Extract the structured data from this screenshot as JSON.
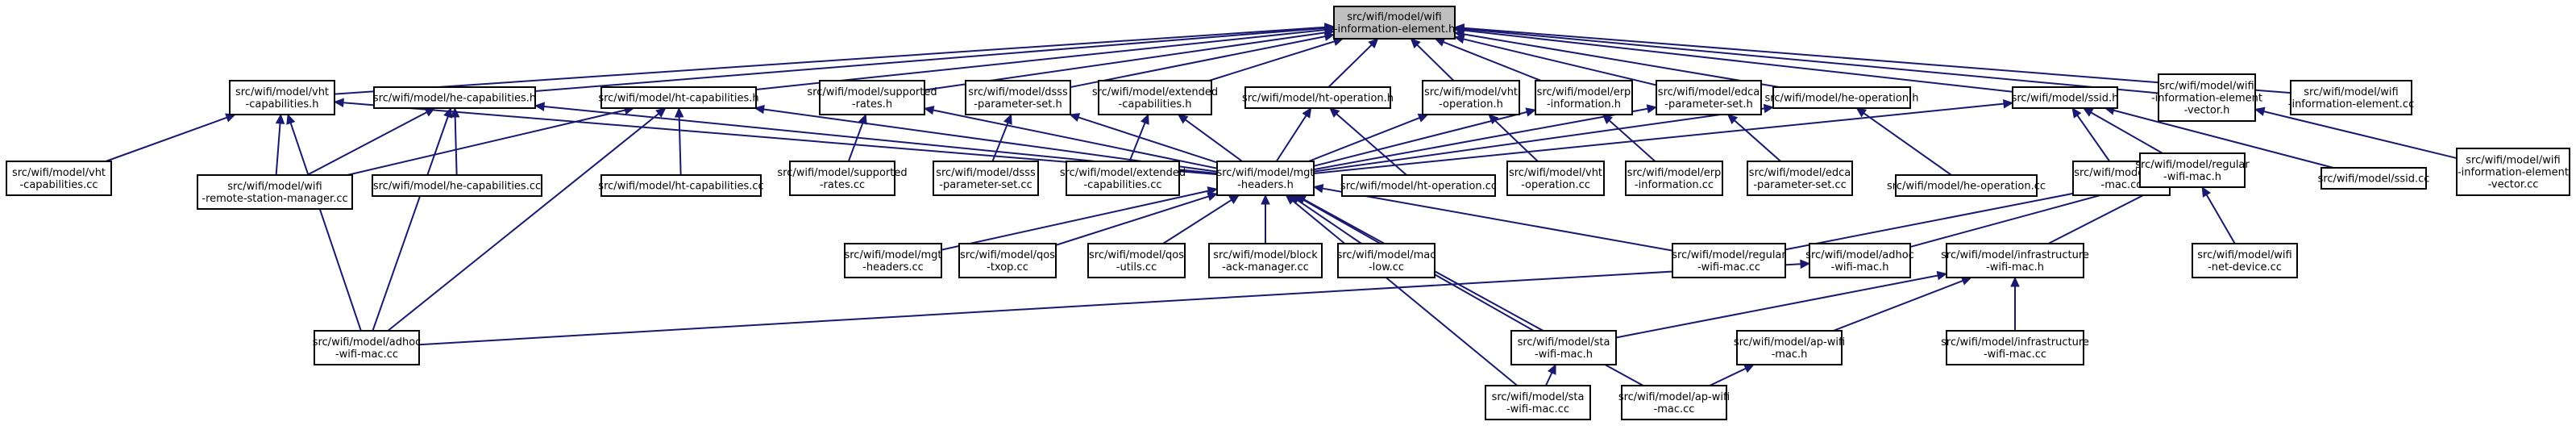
{
  "nodes": [
    {
      "id": "root",
      "lines": [
        "src/wifi/model/wifi",
        "-information-element.h"
      ],
      "root": true
    },
    {
      "id": "vht_cap_h",
      "lines": [
        "src/wifi/model/vht",
        "-capabilities.h"
      ]
    },
    {
      "id": "he_cap_h",
      "lines": [
        "src/wifi/model/he-capabilities.h"
      ]
    },
    {
      "id": "ht_cap_h",
      "lines": [
        "src/wifi/model/ht-capabilities.h"
      ]
    },
    {
      "id": "supp_rates_h",
      "lines": [
        "src/wifi/model/supported",
        "-rates.h"
      ]
    },
    {
      "id": "dsss_h",
      "lines": [
        "src/wifi/model/dsss",
        "-parameter-set.h"
      ]
    },
    {
      "id": "ext_cap_h",
      "lines": [
        "src/wifi/model/extended",
        "-capabilities.h"
      ]
    },
    {
      "id": "ht_op_h",
      "lines": [
        "src/wifi/model/ht-operation.h"
      ]
    },
    {
      "id": "vht_op_h",
      "lines": [
        "src/wifi/model/vht",
        "-operation.h"
      ]
    },
    {
      "id": "erp_h",
      "lines": [
        "src/wifi/model/erp",
        "-information.h"
      ]
    },
    {
      "id": "edca_h",
      "lines": [
        "src/wifi/model/edca",
        "-parameter-set.h"
      ]
    },
    {
      "id": "he_op_h",
      "lines": [
        "src/wifi/model/he-operation.h"
      ]
    },
    {
      "id": "ssid_h",
      "lines": [
        "src/wifi/model/ssid.h"
      ]
    },
    {
      "id": "ie_vec_h",
      "lines": [
        "src/wifi/model/wifi",
        "-information-element",
        "-vector.h"
      ]
    },
    {
      "id": "ie_cc",
      "lines": [
        "src/wifi/model/wifi",
        "-information-element.cc"
      ]
    },
    {
      "id": "vht_cap_cc",
      "lines": [
        "src/wifi/model/vht",
        "-capabilities.cc"
      ]
    },
    {
      "id": "rsm_cc",
      "lines": [
        "src/wifi/model/wifi",
        "-remote-station-manager.cc"
      ]
    },
    {
      "id": "he_cap_cc",
      "lines": [
        "src/wifi/model/he-capabilities.cc"
      ]
    },
    {
      "id": "ht_cap_cc",
      "lines": [
        "src/wifi/model/ht-capabilities.cc"
      ]
    },
    {
      "id": "supp_rates_cc",
      "lines": [
        "src/wifi/model/supported",
        "-rates.cc"
      ]
    },
    {
      "id": "dsss_cc",
      "lines": [
        "src/wifi/model/dsss",
        "-parameter-set.cc"
      ]
    },
    {
      "id": "ext_cap_cc",
      "lines": [
        "src/wifi/model/extended",
        "-capabilities.cc"
      ]
    },
    {
      "id": "mgt_h",
      "lines": [
        "src/wifi/model/mgt",
        "-headers.h"
      ]
    },
    {
      "id": "ht_op_cc",
      "lines": [
        "src/wifi/model/ht-operation.cc"
      ]
    },
    {
      "id": "vht_op_cc",
      "lines": [
        "src/wifi/model/vht",
        "-operation.cc"
      ]
    },
    {
      "id": "erp_cc",
      "lines": [
        "src/wifi/model/erp",
        "-information.cc"
      ]
    },
    {
      "id": "edca_cc",
      "lines": [
        "src/wifi/model/edca",
        "-parameter-set.cc"
      ]
    },
    {
      "id": "he_op_cc",
      "lines": [
        "src/wifi/model/he-operation.cc"
      ]
    },
    {
      "id": "wifi_mac_cc",
      "lines": [
        "src/wifi/model/wifi",
        "-mac.cc"
      ]
    },
    {
      "id": "regular_h",
      "lines": [
        "src/wifi/model/regular",
        "-wifi-mac.h"
      ]
    },
    {
      "id": "ssid_cc",
      "lines": [
        "src/wifi/model/ssid.cc"
      ]
    },
    {
      "id": "ie_vec_cc",
      "lines": [
        "src/wifi/model/wifi",
        "-information-element",
        "-vector.cc"
      ]
    },
    {
      "id": "mgt_cc",
      "lines": [
        "src/wifi/model/mgt",
        "-headers.cc"
      ]
    },
    {
      "id": "qos_txop_cc",
      "lines": [
        "src/wifi/model/qos",
        "-txop.cc"
      ]
    },
    {
      "id": "qos_utils_cc",
      "lines": [
        "src/wifi/model/qos",
        "-utils.cc"
      ]
    },
    {
      "id": "block_ack_cc",
      "lines": [
        "src/wifi/model/block",
        "-ack-manager.cc"
      ]
    },
    {
      "id": "mac_low_cc",
      "lines": [
        "src/wifi/model/mac",
        "-low.cc"
      ]
    },
    {
      "id": "regular_cc",
      "lines": [
        "src/wifi/model/regular",
        "-wifi-mac.cc"
      ]
    },
    {
      "id": "adhoc_h",
      "lines": [
        "src/wifi/model/adhoc",
        "-wifi-mac.h"
      ]
    },
    {
      "id": "infra_h",
      "lines": [
        "src/wifi/model/infrastructure",
        "-wifi-mac.h"
      ]
    },
    {
      "id": "net_dev_cc",
      "lines": [
        "src/wifi/model/wifi",
        "-net-device.cc"
      ]
    },
    {
      "id": "adhoc_cc",
      "lines": [
        "src/wifi/model/adhoc",
        "-wifi-mac.cc"
      ]
    },
    {
      "id": "sta_h",
      "lines": [
        "src/wifi/model/sta",
        "-wifi-mac.h"
      ]
    },
    {
      "id": "ap_h",
      "lines": [
        "src/wifi/model/ap-wifi",
        "-mac.h"
      ]
    },
    {
      "id": "infra_cc",
      "lines": [
        "src/wifi/model/infrastructure",
        "-wifi-mac.cc"
      ]
    },
    {
      "id": "sta_cc",
      "lines": [
        "src/wifi/model/sta",
        "-wifi-mac.cc"
      ]
    },
    {
      "id": "ap_cc",
      "lines": [
        "src/wifi/model/ap-wifi",
        "-mac.cc"
      ]
    }
  ],
  "edges": [
    [
      "vht_cap_h",
      "root"
    ],
    [
      "he_cap_h",
      "root"
    ],
    [
      "ht_cap_h",
      "root"
    ],
    [
      "supp_rates_h",
      "root"
    ],
    [
      "dsss_h",
      "root"
    ],
    [
      "ext_cap_h",
      "root"
    ],
    [
      "ht_op_h",
      "root"
    ],
    [
      "vht_op_h",
      "root"
    ],
    [
      "erp_h",
      "root"
    ],
    [
      "edca_h",
      "root"
    ],
    [
      "he_op_h",
      "root"
    ],
    [
      "ssid_h",
      "root"
    ],
    [
      "ie_vec_h",
      "root"
    ],
    [
      "ie_cc",
      "root"
    ],
    [
      "vht_cap_cc",
      "vht_cap_h"
    ],
    [
      "rsm_cc",
      "vht_cap_h"
    ],
    [
      "mgt_h",
      "vht_cap_h"
    ],
    [
      "adhoc_cc",
      "vht_cap_h"
    ],
    [
      "rsm_cc",
      "he_cap_h"
    ],
    [
      "he_cap_cc",
      "he_cap_h"
    ],
    [
      "mgt_h",
      "he_cap_h"
    ],
    [
      "adhoc_cc",
      "he_cap_h"
    ],
    [
      "rsm_cc",
      "ht_cap_h"
    ],
    [
      "ht_cap_cc",
      "ht_cap_h"
    ],
    [
      "mgt_h",
      "ht_cap_h"
    ],
    [
      "adhoc_cc",
      "ht_cap_h"
    ],
    [
      "supp_rates_cc",
      "supp_rates_h"
    ],
    [
      "mgt_h",
      "supp_rates_h"
    ],
    [
      "dsss_cc",
      "dsss_h"
    ],
    [
      "mgt_h",
      "dsss_h"
    ],
    [
      "ext_cap_cc",
      "ext_cap_h"
    ],
    [
      "mgt_h",
      "ext_cap_h"
    ],
    [
      "mgt_h",
      "ht_op_h"
    ],
    [
      "ht_op_cc",
      "ht_op_h"
    ],
    [
      "mgt_h",
      "vht_op_h"
    ],
    [
      "vht_op_cc",
      "vht_op_h"
    ],
    [
      "mgt_h",
      "erp_h"
    ],
    [
      "erp_cc",
      "erp_h"
    ],
    [
      "mgt_h",
      "edca_h"
    ],
    [
      "edca_cc",
      "edca_h"
    ],
    [
      "mgt_h",
      "he_op_h"
    ],
    [
      "he_op_cc",
      "he_op_h"
    ],
    [
      "mgt_h",
      "ssid_h"
    ],
    [
      "wifi_mac_cc",
      "ssid_h"
    ],
    [
      "regular_h",
      "ssid_h"
    ],
    [
      "ssid_cc",
      "ssid_h"
    ],
    [
      "ie_vec_cc",
      "ie_vec_h"
    ],
    [
      "mgt_cc",
      "mgt_h"
    ],
    [
      "qos_txop_cc",
      "mgt_h"
    ],
    [
      "qos_utils_cc",
      "mgt_h"
    ],
    [
      "block_ack_cc",
      "mgt_h"
    ],
    [
      "mac_low_cc",
      "mgt_h"
    ],
    [
      "regular_cc",
      "mgt_h"
    ],
    [
      "sta_h",
      "mgt_h"
    ],
    [
      "sta_cc",
      "mgt_h"
    ],
    [
      "ap_cc",
      "mgt_h"
    ],
    [
      "regular_cc",
      "regular_h"
    ],
    [
      "adhoc_h",
      "regular_h"
    ],
    [
      "infra_h",
      "regular_h"
    ],
    [
      "net_dev_cc",
      "regular_h"
    ],
    [
      "adhoc_cc",
      "adhoc_h"
    ],
    [
      "sta_h",
      "infra_h"
    ],
    [
      "ap_h",
      "infra_h"
    ],
    [
      "infra_cc",
      "infra_h"
    ],
    [
      "sta_cc",
      "sta_h"
    ],
    [
      "ap_cc",
      "ap_h"
    ]
  ]
}
